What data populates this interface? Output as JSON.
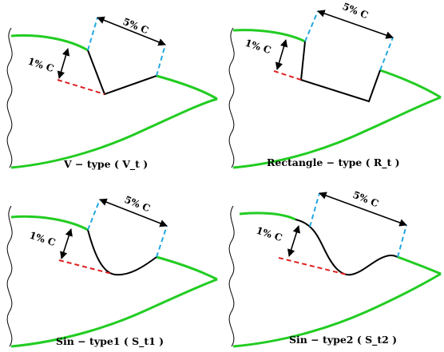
{
  "colors": {
    "airfoil": "#22cc22",
    "cavity": "#000000",
    "depth_guide": "#e02020",
    "width_guide": "#22a8e0",
    "break_line": "#000000"
  },
  "panels": [
    {
      "caption": "V − type ( V_t )",
      "depth_label": "1% C",
      "width_label": "5% C"
    },
    {
      "caption": "Rectangle − type ( R_t )",
      "depth_label": "1% C",
      "width_label": "5% C"
    },
    {
      "caption": "Sin  − type1 ( S_t1 )",
      "depth_label": "1% C",
      "width_label": "5% C"
    },
    {
      "caption": "Sin  − type2 ( S_t2 )",
      "depth_label": "1% C",
      "width_label": "5% C"
    }
  ]
}
